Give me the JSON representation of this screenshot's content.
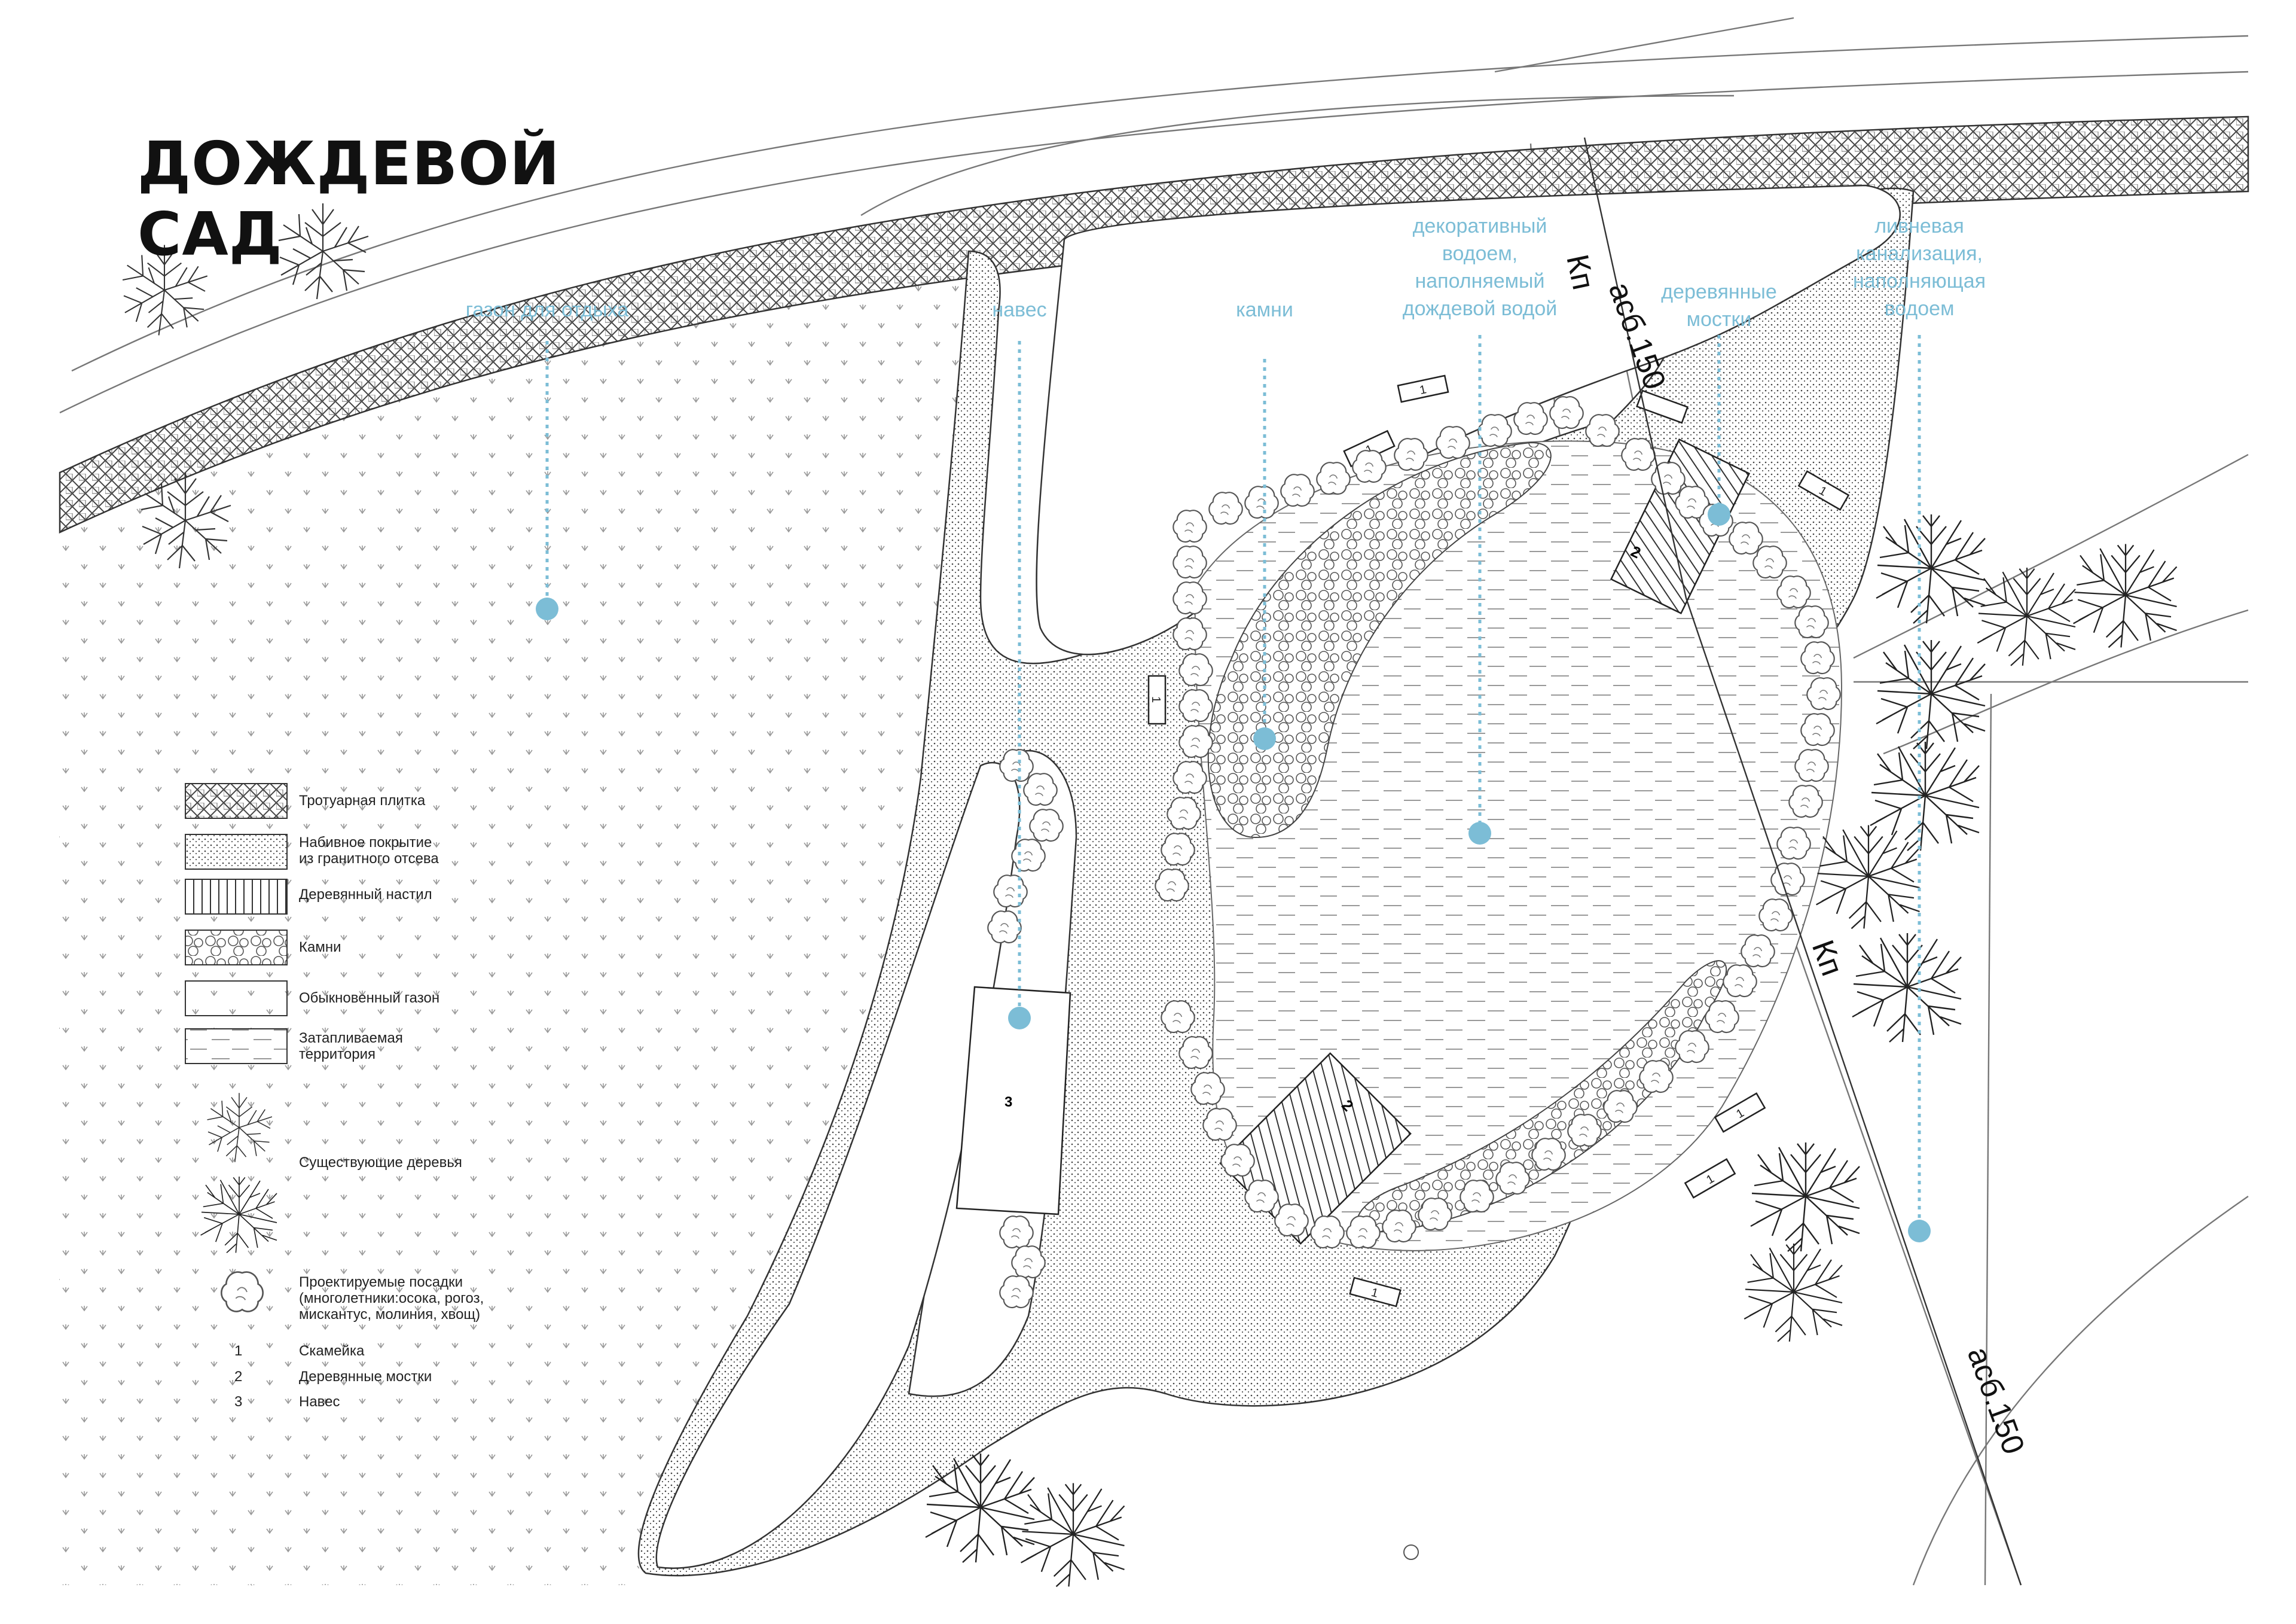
{
  "title": {
    "line1": "ДОЖДЕВОЙ",
    "line2": "САД"
  },
  "callouts": {
    "lawn": "газон для отдыха",
    "canopy": "навес",
    "stones": "камни",
    "pond": [
      "декоративный",
      "водоем,",
      "наполняемый",
      "дождевой водой"
    ],
    "bridges": [
      "деревянные",
      "мостки"
    ],
    "drain": [
      "ливневая",
      "канализация,",
      "наполняющая",
      "водоем"
    ]
  },
  "legend": {
    "paving": "Тротуарная плитка",
    "granite": [
      "Набивное покрытие",
      "из гранитного отсева"
    ],
    "deck": "Деревянный настил",
    "stones": "Камни",
    "lawn": "Обыкновенный газон",
    "flooded": [
      "Затапливаемая",
      "территория"
    ],
    "trees": "Существующие деревья",
    "plantings": [
      "Проектируемые посадки",
      "(многолетники:осока, рогоз,",
      "мискантус, молиния, хвощ)"
    ],
    "numbers": [
      {
        "num": "1",
        "label": "Скамейка"
      },
      {
        "num": "2",
        "label": "Деревянные мостки"
      },
      {
        "num": "3",
        "label": "Навес"
      }
    ]
  },
  "utility_labels": {
    "pipe_code": "Кп",
    "pipe_size": "асб.150"
  },
  "markers": {
    "bench": "1",
    "bridge": "2",
    "canopy": "3"
  },
  "colors": {
    "accent": "#7cbdd6",
    "line": "#333333"
  }
}
